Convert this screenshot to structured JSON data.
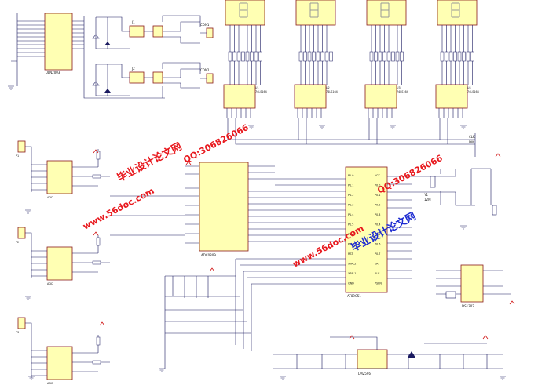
{
  "seven_segment_displays": [
    {
      "id": "disp1"
    },
    {
      "id": "disp2"
    },
    {
      "id": "disp3"
    },
    {
      "id": "disp4"
    }
  ],
  "latch_chips": [
    {
      "label": "U1",
      "part": "74LS164"
    },
    {
      "label": "U2",
      "part": "74LS164"
    },
    {
      "label": "U3",
      "part": "74LS164"
    },
    {
      "label": "U4",
      "part": "74LS164"
    }
  ],
  "driver_chip": {
    "label": "U",
    "part": "ULN2003"
  },
  "relays": [
    {
      "label": "J1"
    },
    {
      "label": "J2"
    }
  ],
  "connectors": [
    {
      "label": "CON1"
    },
    {
      "label": "CON2"
    }
  ],
  "sensor_modules": [
    {
      "label": "P1",
      "chip": "ADC"
    },
    {
      "label": "P2",
      "chip": "ADC"
    },
    {
      "label": "P3",
      "chip": "ADC"
    }
  ],
  "adc_chip": {
    "label": "ADC0809"
  },
  "mcu": {
    "label": "AT89C51",
    "pins_left": [
      "P1.0",
      "P1.1",
      "P1.2",
      "P1.3",
      "P1.4",
      "P1.5",
      "P1.6",
      "P1.7",
      "RST",
      "XTAL2",
      "XTAL1",
      "GND"
    ],
    "pins_right": [
      "VCC",
      "P0.0",
      "P0.1",
      "P0.2",
      "P0.3",
      "P0.4",
      "P0.5",
      "P0.6",
      "P0.7",
      "EA",
      "ALE",
      "PSEN"
    ]
  },
  "crystal": {
    "label": "Y1",
    "value": "12M"
  },
  "rtc_chip": {
    "label": "DS1302"
  },
  "regulator": {
    "label": "LM2596"
  },
  "nets": {
    "vcc": "VCC",
    "gnd": "GND",
    "clk": "CLK",
    "din": "DIN"
  },
  "watermarks": [
    {
      "text": "毕业设计论文网",
      "color": "red"
    },
    {
      "text": "www.56doc.com",
      "color": "red"
    },
    {
      "text": "QQ:306826066",
      "color": "red"
    },
    {
      "text": "毕业设计论文网",
      "color": "blue"
    },
    {
      "text": "www.56doc.com",
      "color": "red"
    },
    {
      "text": "QQ:306826066",
      "color": "red"
    }
  ],
  "colors": {
    "chip_fill": "#ffffb3",
    "chip_border": "#8b1a1a",
    "wire": "#1a1a60",
    "vcc": "#cc0000",
    "watermark_red": "#e8191e",
    "watermark_blue": "#1d2bd1"
  }
}
